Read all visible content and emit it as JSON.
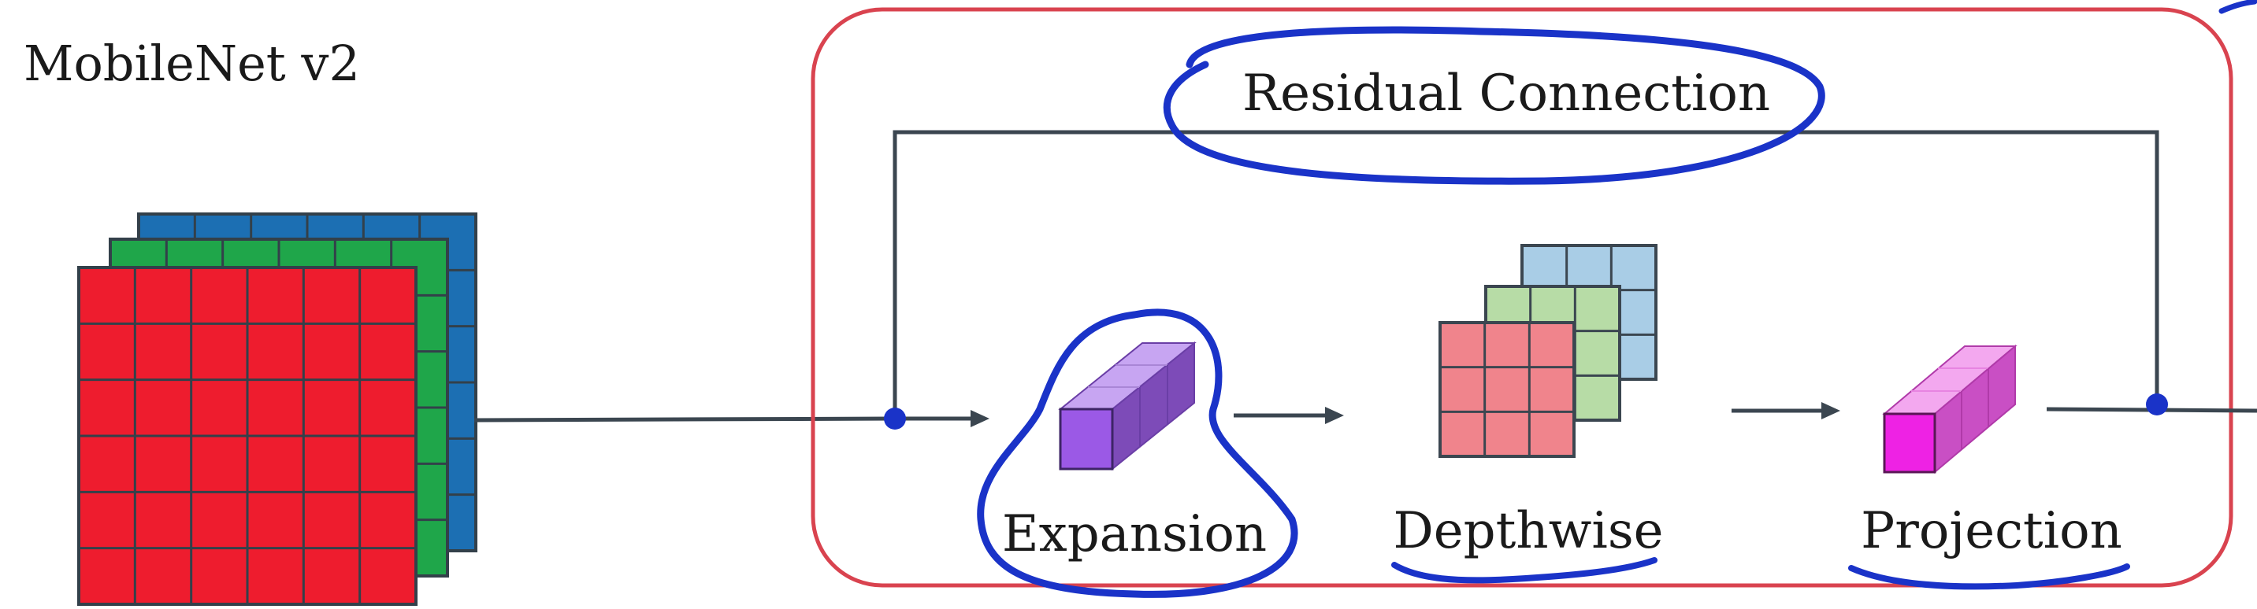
{
  "title": "MobileNet v2",
  "labels": {
    "residual": "Residual Connection",
    "expansion": "Expansion",
    "depthwise": "Depthwise",
    "projection": "Projection"
  },
  "colors": {
    "block_border": "#d9434f",
    "line": "#3b4650",
    "ink": "#1a33c8",
    "input_red": "#ee1c2e",
    "input_green": "#1fa64a",
    "input_blue": "#1c6fb3",
    "depth_red": "#f0848c",
    "depth_green": "#b7dca6",
    "depth_blue": "#a9cde6",
    "expansion_front": "#9b59e6",
    "expansion_side": "#7d4bb8",
    "expansion_top": "#c7a5f2",
    "projection_front": "#ee22e4",
    "projection_side": "#c94fc4",
    "projection_top": "#f3a8ef"
  }
}
